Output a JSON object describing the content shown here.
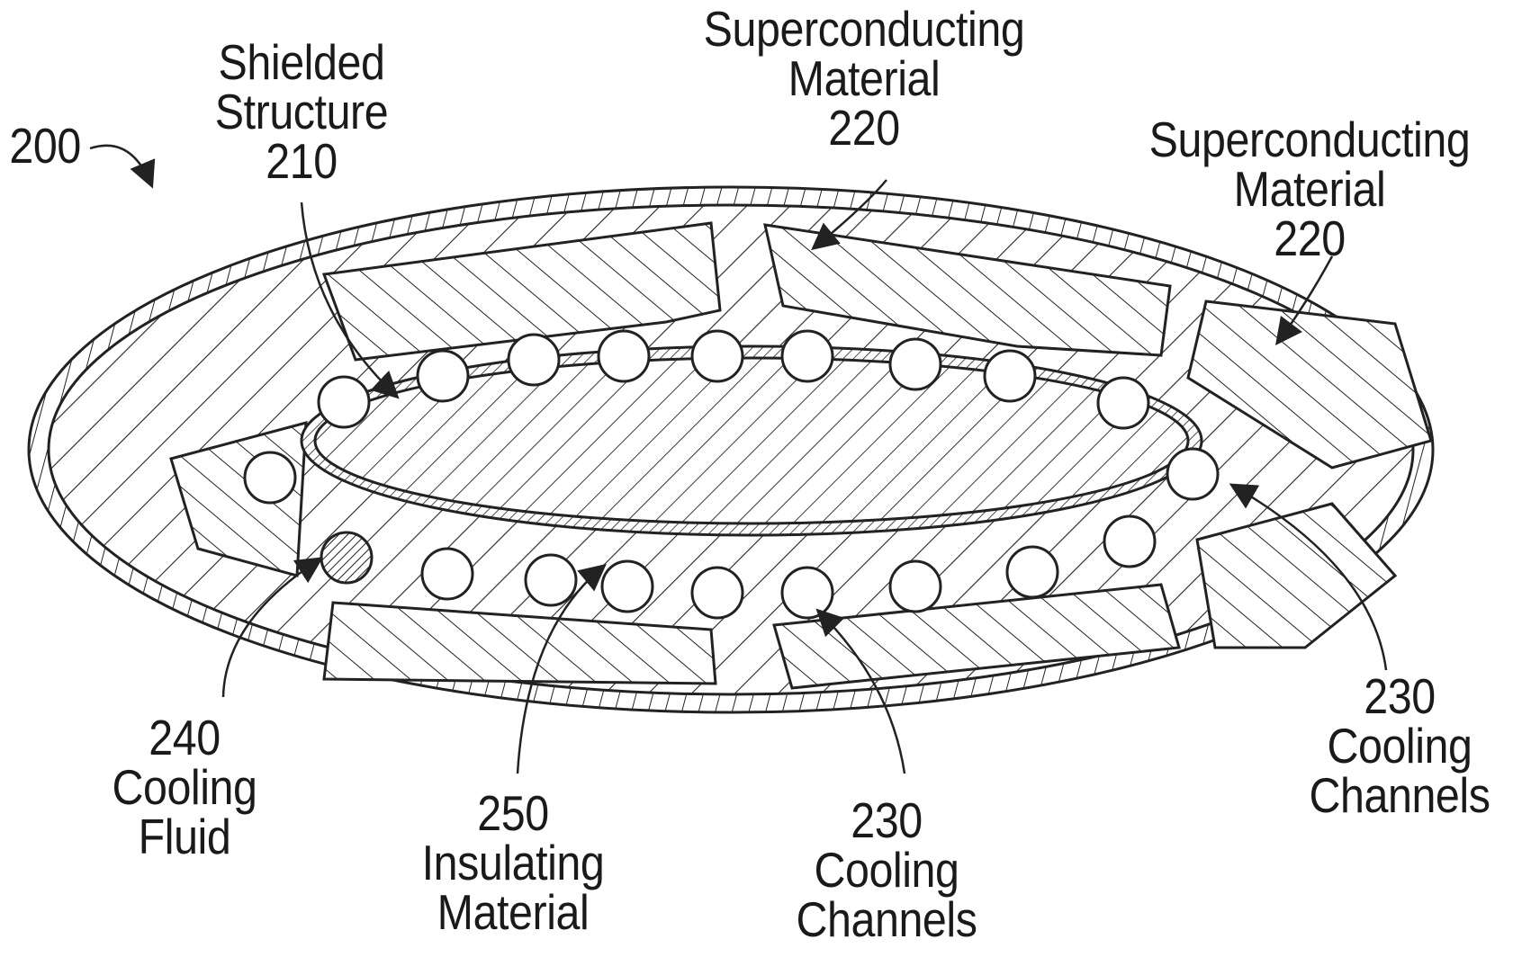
{
  "figure": {
    "ref": "200",
    "labels": {
      "shielded_structure": {
        "line1": "Shielded",
        "line2": "Structure",
        "number": "210"
      },
      "superconducting_top": {
        "line1": "Superconducting",
        "line2": "Material",
        "number": "220"
      },
      "superconducting_right": {
        "line1": "Superconducting",
        "line2": "Material",
        "number": "220"
      },
      "cooling_fluid": {
        "number": "240",
        "line1": "Cooling",
        "line2": "Fluid"
      },
      "insulating_material": {
        "number": "250",
        "line1": "Insulating",
        "line2": "Material"
      },
      "cooling_channels_bottom": {
        "number": "230",
        "line1": "Cooling",
        "line2": "Channels"
      },
      "cooling_channels_right": {
        "number": "230",
        "line1": "Cooling",
        "line2": "Channels"
      }
    }
  }
}
